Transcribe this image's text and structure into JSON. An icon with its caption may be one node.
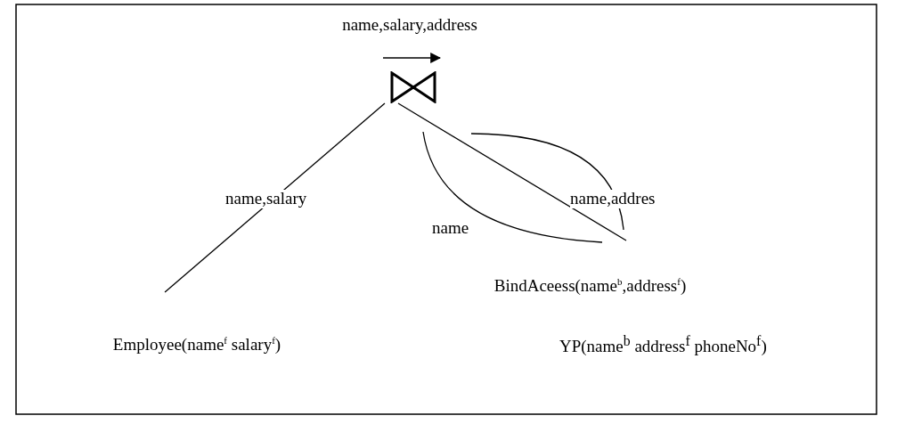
{
  "diagram": {
    "nodes": [
      {
        "text": [
          "name,salary,address"
        ]
      },
      {
        "text": [
          "Employee(name$^{f}$ salary$^{f}$)"
        ]
      },
      {
        "text": [
          "BindAceess(name$^{b}$,address$^{f}$)"
        ]
      }
    ],
    "edges": [
      {
        "from": 0,
        "to": 1,
        "arrow": "none",
        "label": "name,salary"
      },
      {
        "from": 0,
        "to": 2,
        "arrow": "none"
      }
    ],
    "labels": [
      "name,addres",
      "name",
      "YP(name$^{b}$ address$^{f}$ phoneNo$^{f}$)"
    ]
  }
}
